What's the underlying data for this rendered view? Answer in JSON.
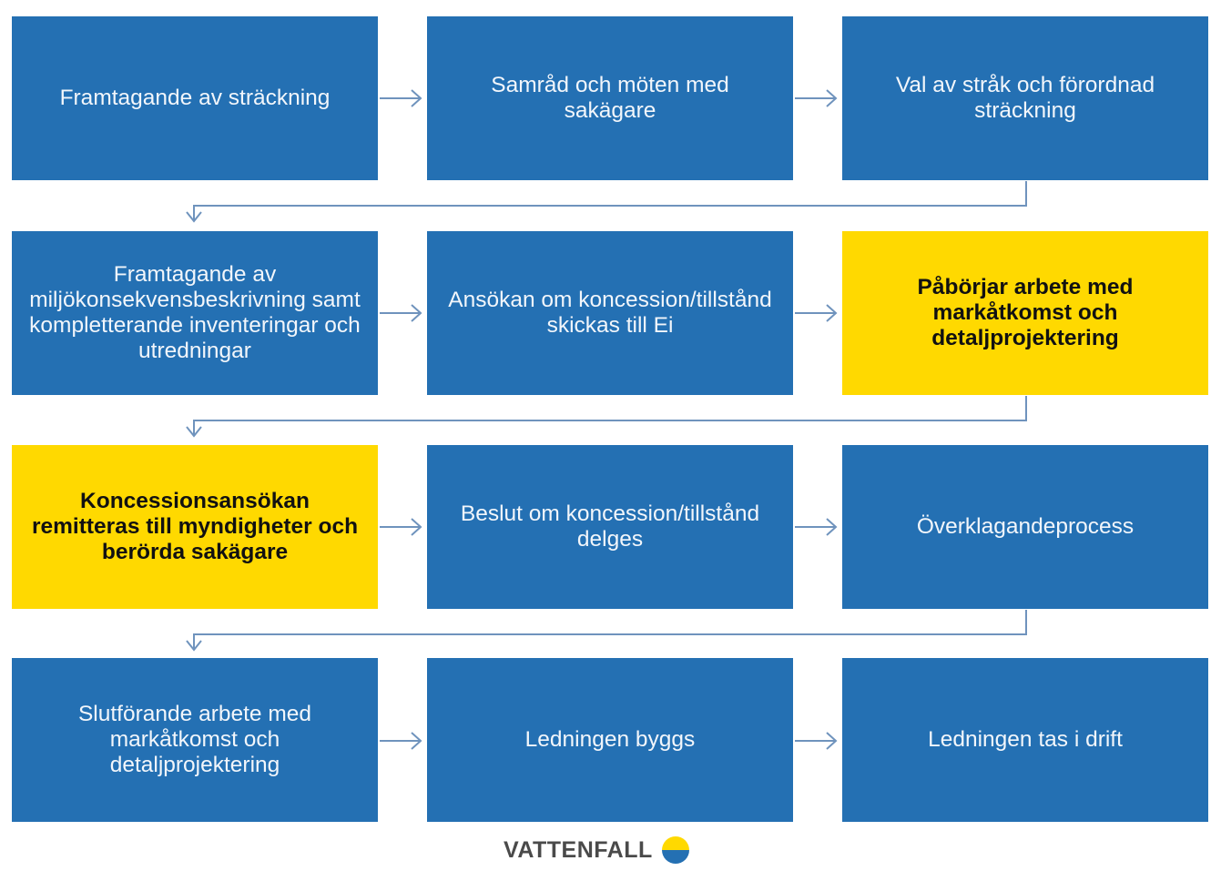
{
  "diagram": {
    "type": "process-flow",
    "colors": {
      "step": "#2470b3",
      "highlight": "#ffd900",
      "connector": "#6f93bd"
    },
    "steps": [
      {
        "label": "Framtagande av sträckning",
        "highlight": false
      },
      {
        "label": "Samråd och möten med sakägare",
        "highlight": false
      },
      {
        "label": "Val av stråk och förordnad sträckning",
        "highlight": false
      },
      {
        "label": "Framtagande av miljökonsekvensbeskrivning samt kompletterande inventeringar och utredningar",
        "highlight": false
      },
      {
        "label": "Ansökan om koncession/tillstånd skickas till Ei",
        "highlight": false
      },
      {
        "label": "Påbörjar arbete med markåtkomst och detaljprojektering",
        "highlight": true
      },
      {
        "label": "Koncessionsansökan remitteras till myndigheter och berörda sakägare",
        "highlight": true
      },
      {
        "label": "Beslut om koncession/tillstånd delges",
        "highlight": false
      },
      {
        "label": "Överklagandeprocess",
        "highlight": false
      },
      {
        "label": "Slutförande arbete med markåtkomst och detaljprojektering",
        "highlight": false
      },
      {
        "label": "Ledningen byggs",
        "highlight": false
      },
      {
        "label": "Ledningen tas i drift",
        "highlight": false
      }
    ]
  },
  "logo": {
    "text": "VATTENFALL",
    "colors": {
      "top": "#ffd900",
      "bottom": "#2470b3"
    }
  }
}
